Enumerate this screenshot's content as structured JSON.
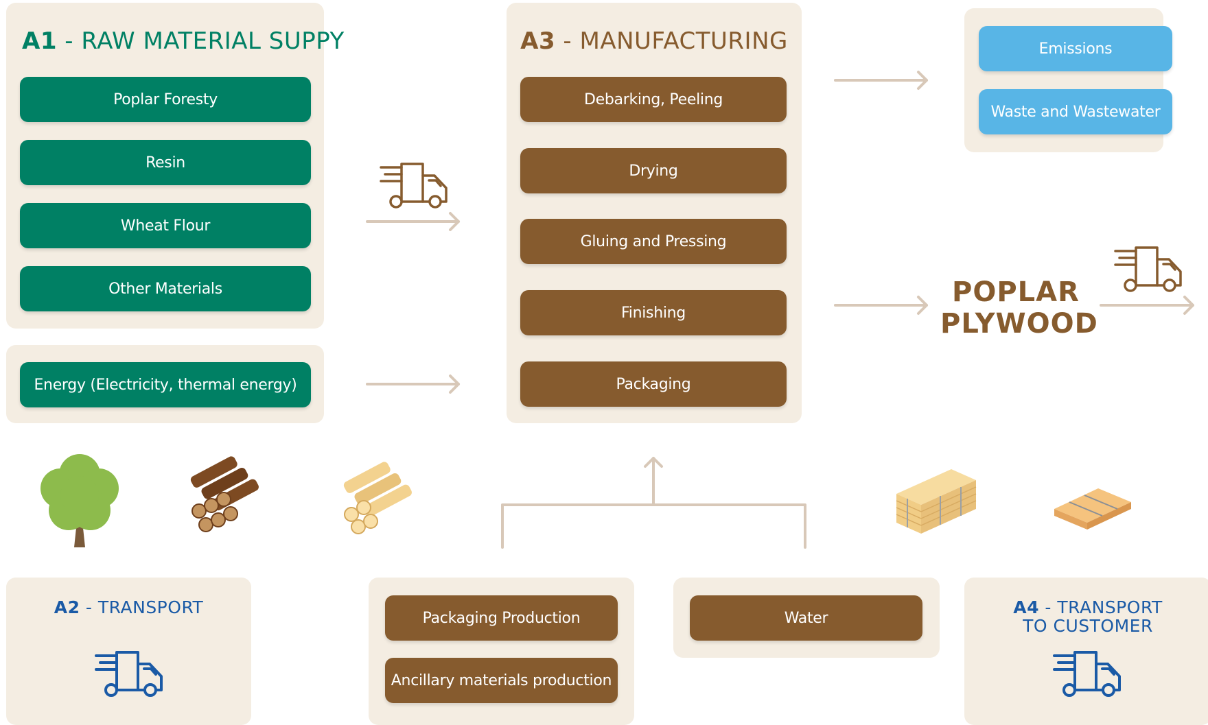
{
  "a1": {
    "code": "A1",
    "title": " - RAW MATERIAL SUPPY",
    "items": [
      "Poplar Foresty",
      "Resin",
      "Wheat Flour",
      "Other Materials"
    ],
    "energy": "Energy (Electricity, thermal energy)"
  },
  "a3": {
    "code": "A3",
    "title": " - MANUFACTURING",
    "steps": [
      "Debarking, Peeling",
      "Drying",
      "Gluing and Pressing",
      "Finishing",
      "Packaging"
    ]
  },
  "outputs": {
    "items": [
      "Emissions",
      "Waste and Wastewater"
    ]
  },
  "product": {
    "line1": "POPLAR",
    "line2": "PLYWOOD"
  },
  "a2": {
    "code": "A2",
    "title": " - TRANSPORT"
  },
  "ancillary": {
    "items": [
      "Packaging Production",
      "Ancillary materials production"
    ]
  },
  "water": {
    "label": "Water"
  },
  "a4": {
    "code": "A4",
    "line1": " - TRANSPORT",
    "line2": "TO CUSTOMER"
  },
  "icons": [
    "tree-icon",
    "log-pile-icon",
    "peeled-logs-icon",
    "timber-stack-icon",
    "plywood-sheet-icon",
    "truck-icon"
  ],
  "colors": {
    "green": "#008064",
    "brown": "#865b2e",
    "blue": "#58b5e6",
    "navy": "#1a5aa6",
    "panel": "#f4ede2",
    "arrow": "#d8c8b8"
  }
}
